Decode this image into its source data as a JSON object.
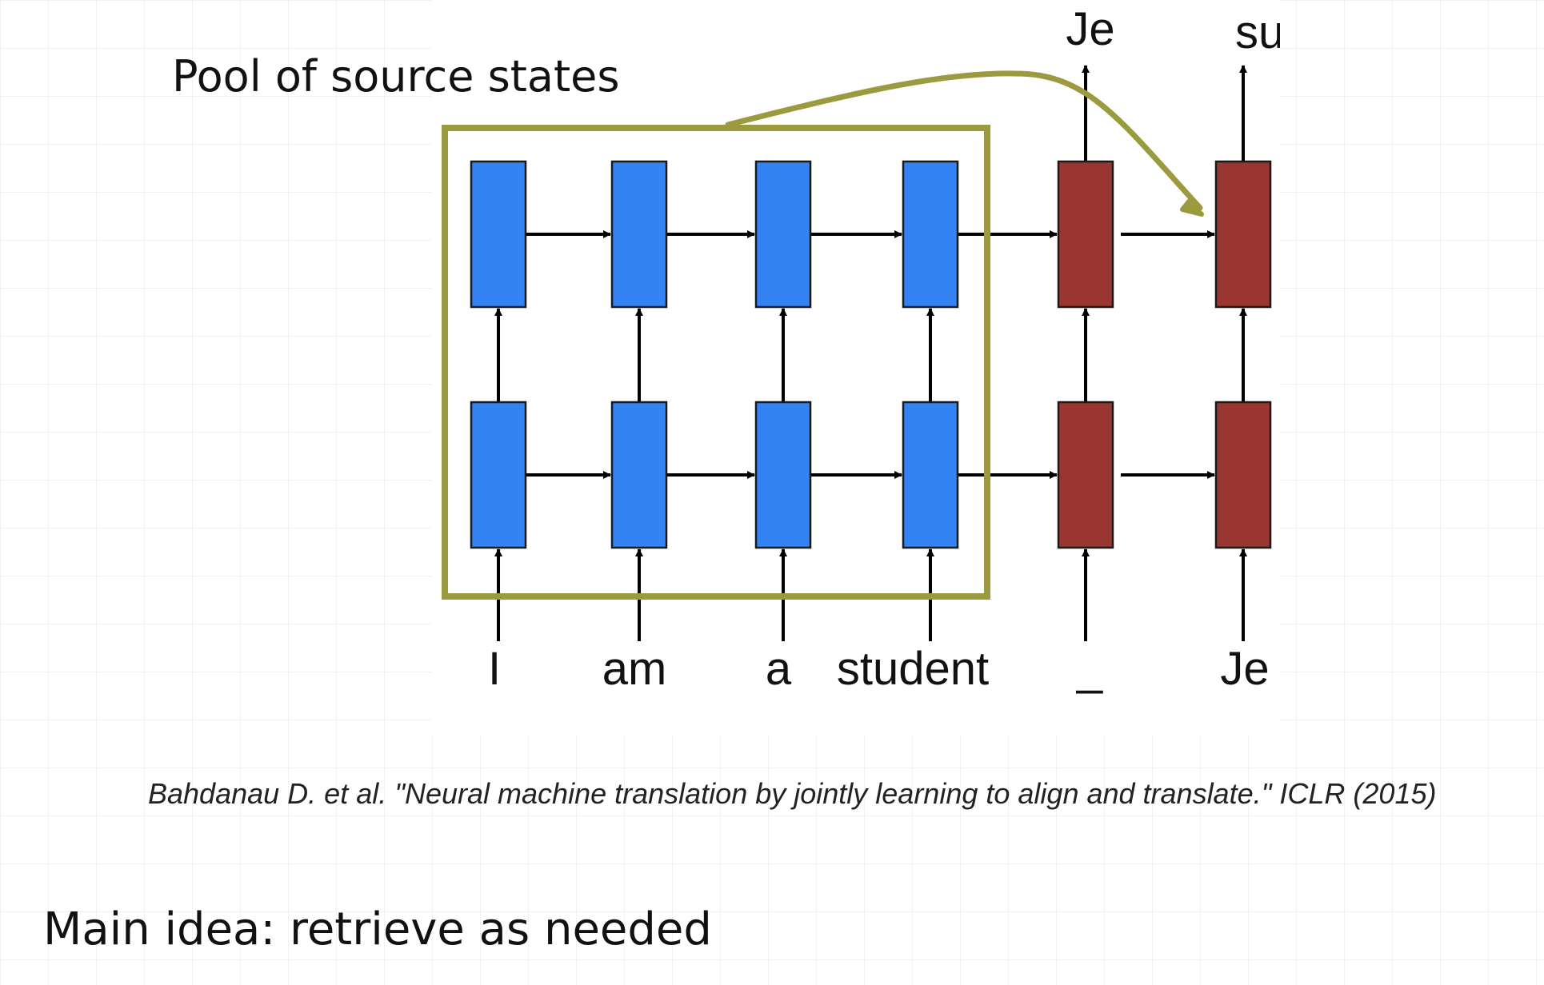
{
  "pool_label": "Pool of source states",
  "citation": "Bahdanau D. et al. \"Neural machine translation by jointly learning to align and translate.\" ICLR (2015)",
  "main_idea": "Main idea: retrieve as needed",
  "diagram": {
    "source_tokens": [
      "I",
      "am",
      "a",
      "student"
    ],
    "decoder_inputs": [
      "_",
      "Je"
    ],
    "decoder_outputs": [
      "Je",
      "suis"
    ],
    "colors": {
      "encoder": "#3483f3",
      "decoder": "#9a3632",
      "pool_box": "#9b9a3f",
      "arrow": "#000000"
    }
  }
}
